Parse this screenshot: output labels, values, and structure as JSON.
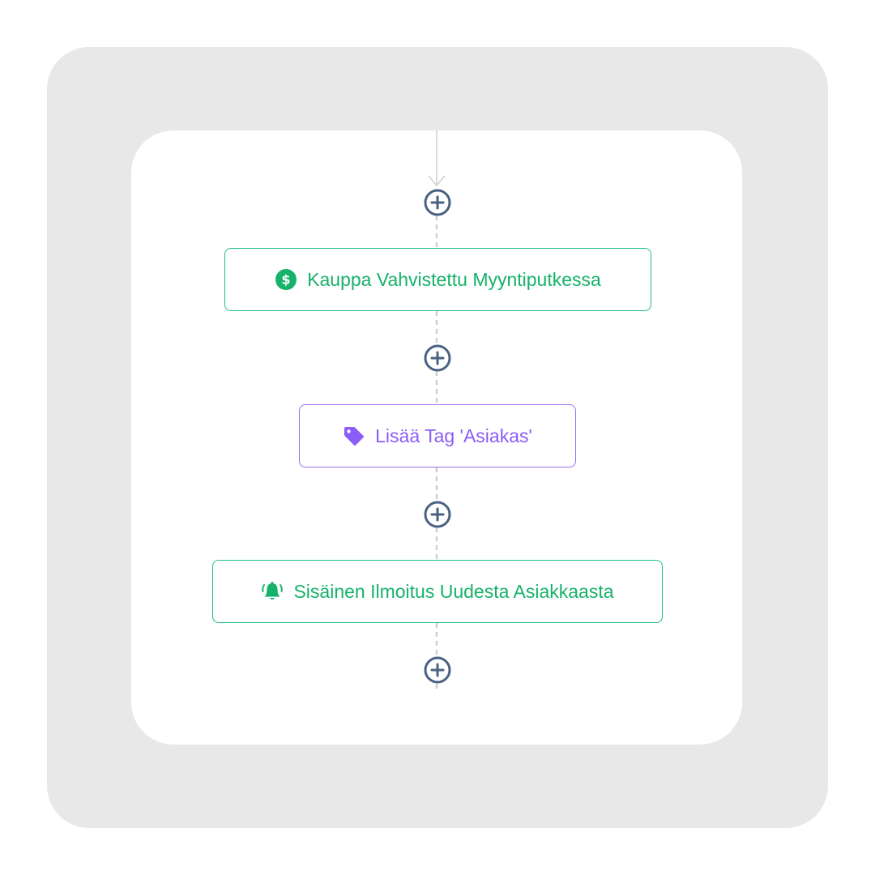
{
  "workflow": {
    "steps": [
      {
        "label": "Kauppa Vahvistettu Myyntiputkessa",
        "icon": "dollar-circle-icon",
        "color": "#17b26a"
      },
      {
        "label": "Lisää Tag 'Asiakas'",
        "icon": "tag-icon",
        "color": "#8b5cf6"
      },
      {
        "label": "Sisäinen Ilmoitus Uudesta Asiakkaasta",
        "icon": "bell-ringing-icon",
        "color": "#17b26a"
      }
    ],
    "add_button_icon": "plus-circle-icon",
    "add_button_color": "#4a6282",
    "connector_color": "#cfcfcf"
  }
}
